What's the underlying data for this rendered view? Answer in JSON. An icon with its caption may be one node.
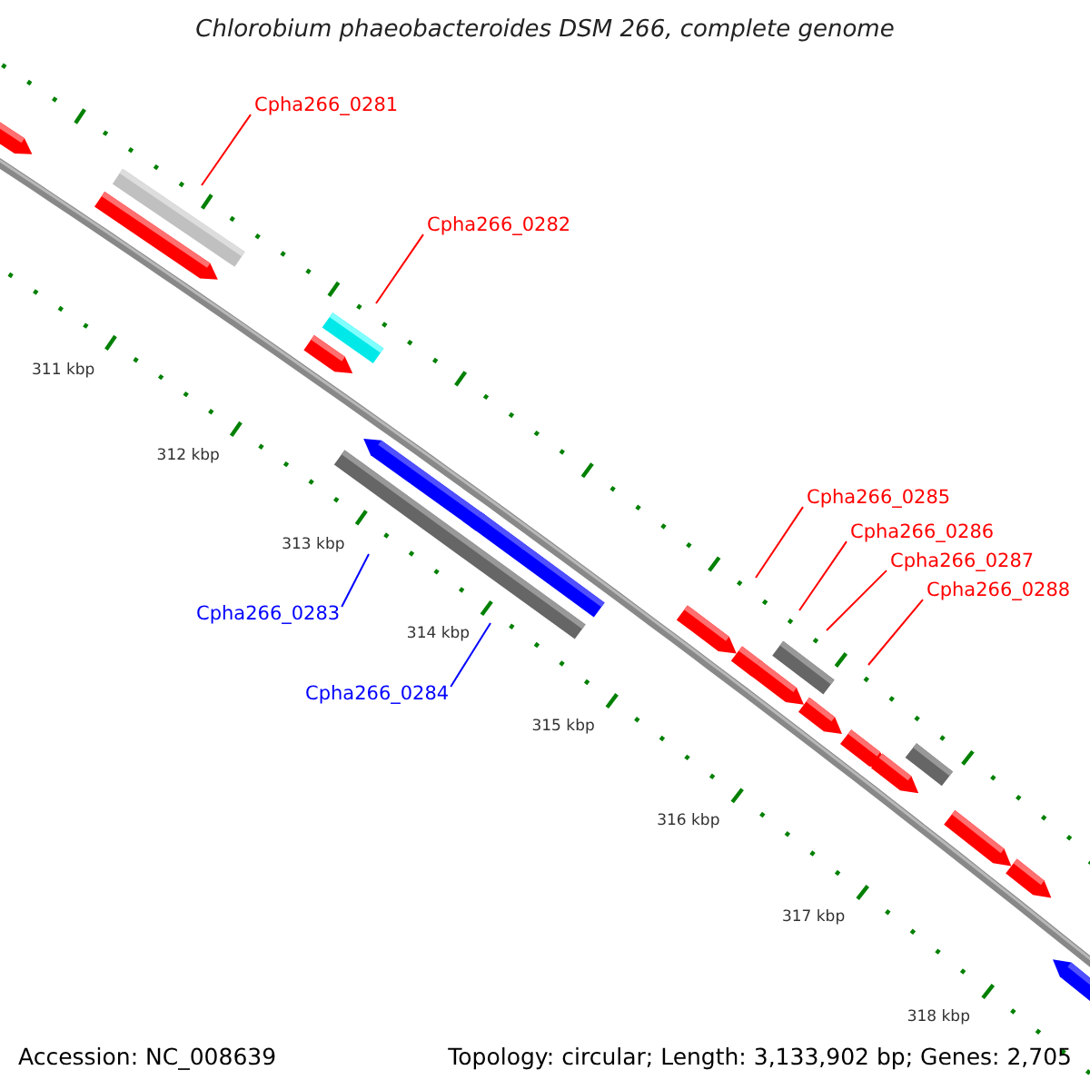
{
  "diagram": {
    "title": "Chlorobium phaeobacteroides DSM 266, complete genome",
    "nodes": [
      {
        "text": [
          "Cpha266_0281"
        ]
      },
      {
        "text": [
          "Cpha266_0282"
        ]
      },
      {
        "text": [
          "Cpha266_0283"
        ]
      },
      {
        "text": [
          "Cpha266_0284"
        ]
      },
      {
        "text": [
          "Cpha266_0285"
        ]
      },
      {
        "text": [
          "Cpha266_0286"
        ]
      },
      {
        "text": [
          "Cpha266_0287"
        ]
      },
      {
        "text": [
          "Cpha266_0288"
        ]
      }
    ],
    "edges": [
      {
        "from": 0,
        "to": null,
        "arrow": "none"
      },
      {
        "from": 1,
        "to": null,
        "arrow": "none"
      },
      {
        "from": 2,
        "to": null,
        "arrow": "none",
        "color": "#0000ff"
      },
      {
        "from": 3,
        "to": null,
        "arrow": "none",
        "color": "#0000ff"
      },
      {
        "from": 4,
        "to": null,
        "arrow": "none"
      },
      {
        "from": 5,
        "to": null,
        "arrow": "none"
      },
      {
        "from": 6,
        "to": null,
        "arrow": "none"
      },
      {
        "from": 7,
        "to": null,
        "arrow": "none"
      }
    ],
    "labels": [
      "311 kbp",
      "312 kbp",
      "313 kbp",
      "314 kbp",
      "315 kbp",
      "316 kbp",
      "317 kbp",
      "318 kbp",
      "Accession: NC_008639",
      "Topology: circular; Length: 3,133,902 bp; Genes: 2,705"
    ]
  }
}
